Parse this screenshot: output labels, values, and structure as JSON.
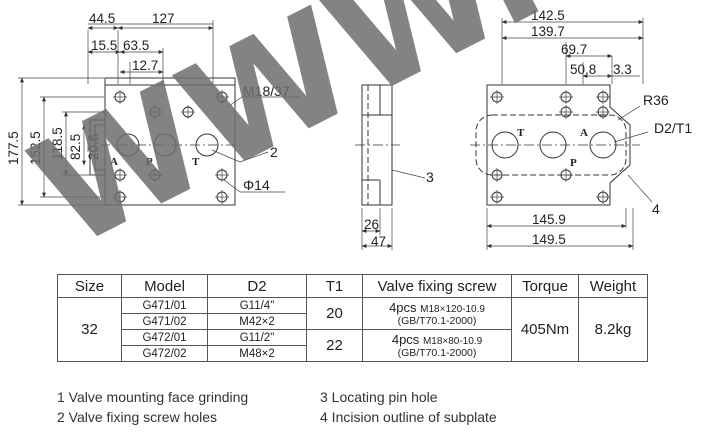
{
  "drawing": {
    "left_view": {
      "dims_top": [
        "44.5",
        "127",
        "15.5",
        "63.5",
        "12.7"
      ],
      "dims_left": [
        "177.5",
        "152.5",
        "118.5",
        "82.5",
        "20.6"
      ],
      "callout_thread": "M18/37",
      "callout_2": "2",
      "callout_phi": "Φ14",
      "ports": [
        "A",
        "P",
        "T"
      ]
    },
    "side_view": {
      "dims": [
        "26",
        "47"
      ],
      "callout_3": "3"
    },
    "right_view": {
      "dims_top": [
        "142.5",
        "139.7",
        "69.7",
        "50.8",
        "3.3"
      ],
      "dims_bottom": [
        "145.9",
        "149.5"
      ],
      "callout_radius": "R36",
      "callout_d2t1": "D2/T1",
      "callout_4": "4",
      "ports": [
        "T",
        "A",
        "P"
      ]
    }
  },
  "table": {
    "headers": [
      "Size",
      "Model",
      "D2",
      "T1",
      "Valve fixing screw",
      "Torque",
      "Weight"
    ],
    "size": "32",
    "models": [
      "G471/01",
      "G471/02",
      "G472/01",
      "G472/02"
    ],
    "d2": [
      "G11/4\"",
      "M42×2",
      "G11/2\"",
      "M48×2"
    ],
    "t1": [
      "20",
      "22"
    ],
    "screw": [
      {
        "qty": "4pcs",
        "spec": "M18×120-10.9",
        "std": "(GB/T70.1-2000)"
      },
      {
        "qty": "4pcs",
        "spec": "M18×80-10.9",
        "std": "(GB/T70.1-2000)"
      }
    ],
    "torque": "405Nm",
    "weight": "8.2kg"
  },
  "notes": {
    "left": [
      "1 Valve mounting face grinding",
      "2 Valve fixing screw holes"
    ],
    "right": [
      "3 Locating pin hole",
      "4 Incision outline of subplate"
    ]
  },
  "watermark": "WWW."
}
